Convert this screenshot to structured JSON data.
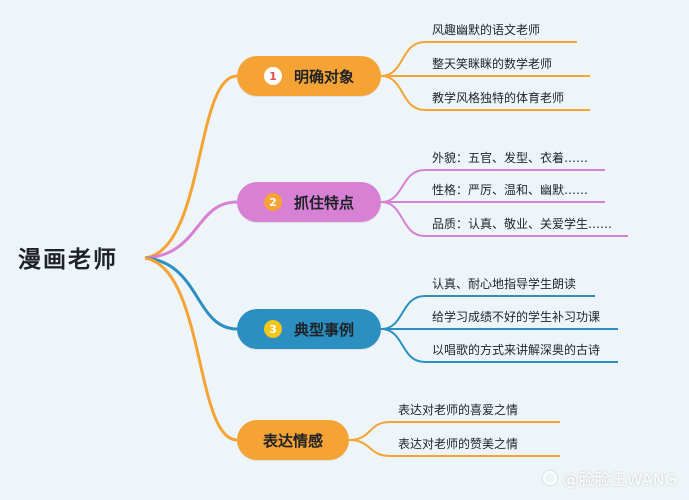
{
  "root": {
    "title": "漫画老师"
  },
  "colors": {
    "orange": "#f5a334",
    "purple": "#d780d4",
    "blue": "#2b8fc2",
    "background": "#eef5f9"
  },
  "branches": [
    {
      "number": "1",
      "label": "明确对象",
      "color": "#f5a334",
      "leaves": [
        "风趣幽默的语文老师",
        "整天笑眯眯的数学老师",
        "教学风格独特的体育老师"
      ]
    },
    {
      "number": "2",
      "label": "抓住特点",
      "color": "#d780d4",
      "leaves": [
        "外貌：五官、发型、衣着……",
        "性格：严厉、温和、幽默……",
        "品质：认真、敬业、关爱学生……"
      ]
    },
    {
      "number": "3",
      "label": "典型事例",
      "color": "#2b8fc2",
      "leaves": [
        "认真、耐心地指导学生朗读",
        "给学习成绩不好的学生补习功课",
        "以唱歌的方式来讲解深奥的古诗"
      ]
    },
    {
      "number": "",
      "label": "表达情感",
      "color": "#f5a334",
      "leaves": [
        "表达对老师的喜爱之情",
        "表达对老师的赞美之情"
      ]
    }
  ],
  "watermark": {
    "text": "@脸脸王WANG"
  }
}
